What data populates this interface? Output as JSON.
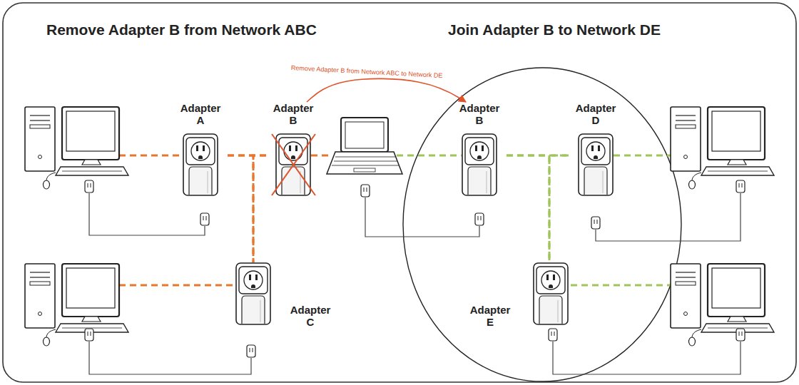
{
  "diagram": {
    "nodes": [
      {
        "text": [
          "Adapter A"
        ]
      },
      {
        "text": [
          "Adapter B"
        ]
      },
      {
        "text": [
          "Adapter C"
        ]
      },
      {
        "text": [
          "Adapter B"
        ]
      },
      {
        "text": [
          "Adapter D"
        ]
      },
      {
        "text": [
          "Adapter E"
        ]
      }
    ],
    "edges": [
      {
        "from": 0,
        "to": 1,
        "arrow": "none"
      },
      {
        "from": 0,
        "to": 2,
        "arrow": "none"
      },
      {
        "from": 1,
        "to": 2,
        "arrow": "none"
      },
      {
        "from": 1,
        "to": 3,
        "arrow": "to",
        "label": "Remove Adapter B from Network ABC to Network DE"
      },
      {
        "from": 3,
        "to": 4,
        "arrow": "none"
      },
      {
        "from": 3,
        "to": 5,
        "arrow": "none"
      },
      {
        "from": 4,
        "to": 5,
        "arrow": "none"
      }
    ],
    "labels": [
      "Remove Adapter B from Network ABC",
      "Join Adapter B to Network DE"
    ]
  }
}
